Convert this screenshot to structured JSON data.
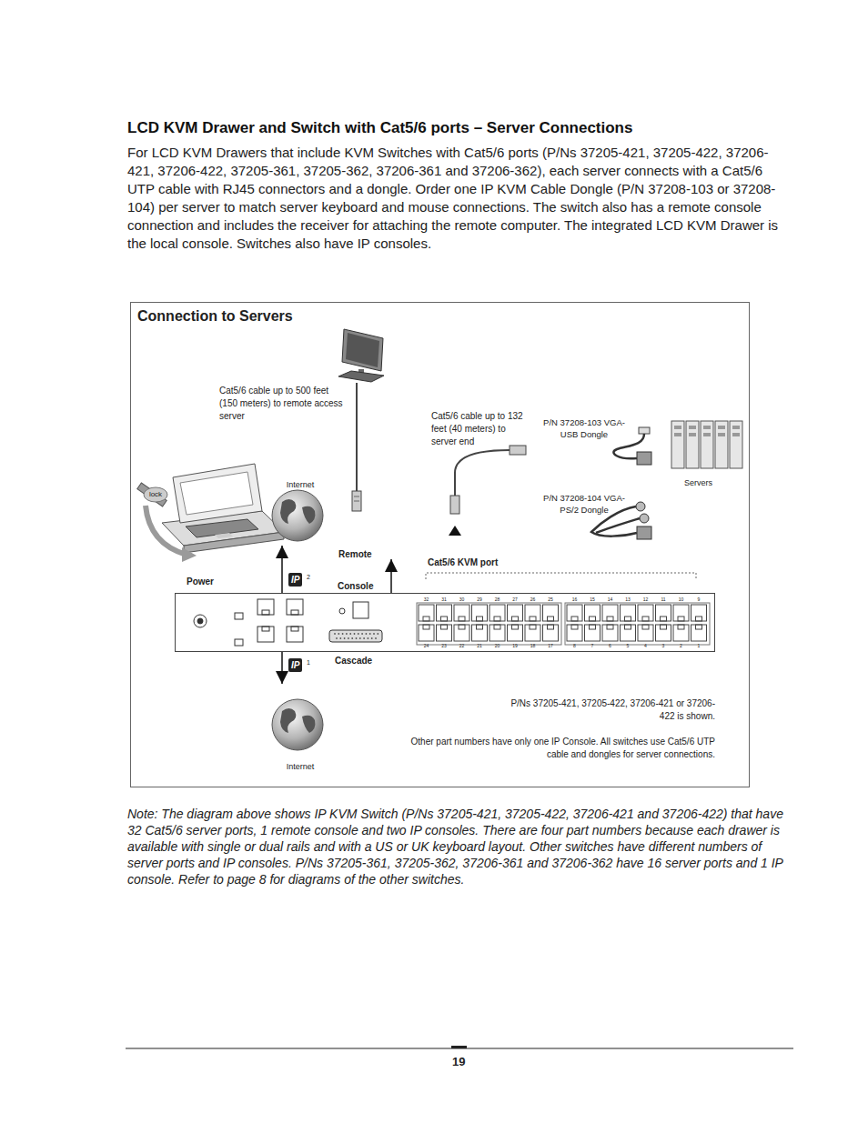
{
  "diagram": {
    "title": "LCD KVM Drawer and Switch with Cat5/6 ports – Server Connections",
    "nodes": [
      {
        "text": [
          "Connection to Servers"
        ]
      },
      {
        "text": [
          "Internet"
        ],
        "in": 0
      },
      {
        "text": [
          "Remote"
        ],
        "in": 0
      },
      {
        "text": [
          "Power"
        ],
        "in": 0
      },
      {
        "text": [
          "Internet"
        ],
        "in": 0
      }
    ],
    "edges": [
      {
        "from": 3,
        "to": 1,
        "arrow": "to"
      },
      {
        "from": 3,
        "to": 2,
        "arrow": "to"
      },
      {
        "from": 3,
        "to": 4,
        "arrow": "to"
      }
    ],
    "labels": [
      "For LCD KVM Drawers that include KVM Switches with Cat5/6 ports (P/Ns 37205-421, 37205-422, 37206-421, 37206-422, 37205-361, 37205-362, 37206-361 and 37206-362), each server connects with a Cat5/6 UTP cable with RJ45 connectors and a dongle. Order one IP KVM Cable Dongle (P/N 37208-103 or 37208-104) per server to match server keyboard and mouse connections. The switch also has a remote console connection and includes the receiver for attaching the remote computer. The integrated LCD KVM Drawer is the local console. Switches also have IP consoles.",
      "Cat5/6 cable up to 500 feet (150 meters) to remote access server",
      "lock",
      "Cat5/6 cable up to 132 feet (40 meters) to server end",
      "P/N 37208-103 VGA-USB Dongle",
      "P/N 37208-104 VGA-PS/2 Dongle",
      "Servers",
      "IP",
      "2",
      "Console",
      "Cat5/6 KVM port",
      "32",
      "31",
      "30",
      "29",
      "28",
      "27",
      "26",
      "25",
      "16",
      "15",
      "14",
      "13",
      "12",
      "11",
      "10",
      "9",
      "24",
      "23",
      "22",
      "21",
      "20",
      "19",
      "18",
      "17",
      "8",
      "7",
      "6",
      "5",
      "4",
      "3",
      "2",
      "1",
      "Cascade",
      "IP",
      "1",
      "P/Ns 37205-421, 37205-422, 37206-421 or 37206-422 is shown.",
      "Other part numbers have only one IP Console. All switches use Cat5/6 UTP cable and dongles for server connections.",
      "Note: The diagram above shows IP KVM Switch (P/Ns 37205-421, 37205-422, 37206-421 and 37206-422) that have 32 Cat5/6 server ports, 1 remote console and two IP consoles. There are four part numbers because each drawer is available with single or dual rails and with a US or UK keyboard layout. Other switches have different numbers of server ports and IP consoles. P/Ns 37205-361, 37205-362, 37206-361 and 37206-362 have 16 server ports and 1 IP console. Refer to page 8 for diagrams of the other switches.",
      "19"
    ]
  }
}
